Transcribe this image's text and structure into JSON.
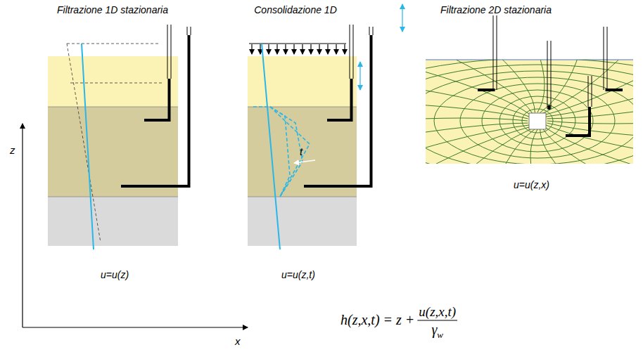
{
  "diagram": {
    "labels": [
      "Filtrazione 1D stazionaria",
      "Consolidazione 1D",
      "Filtrazione 2D stazionaria",
      "z",
      "x",
      "t",
      "u=u(z)",
      "u=u(z,t)",
      "u=u(z,x)",
      "h(z,x,t) = z +",
      "u(z,x,t)",
      "γ",
      "w"
    ]
  }
}
